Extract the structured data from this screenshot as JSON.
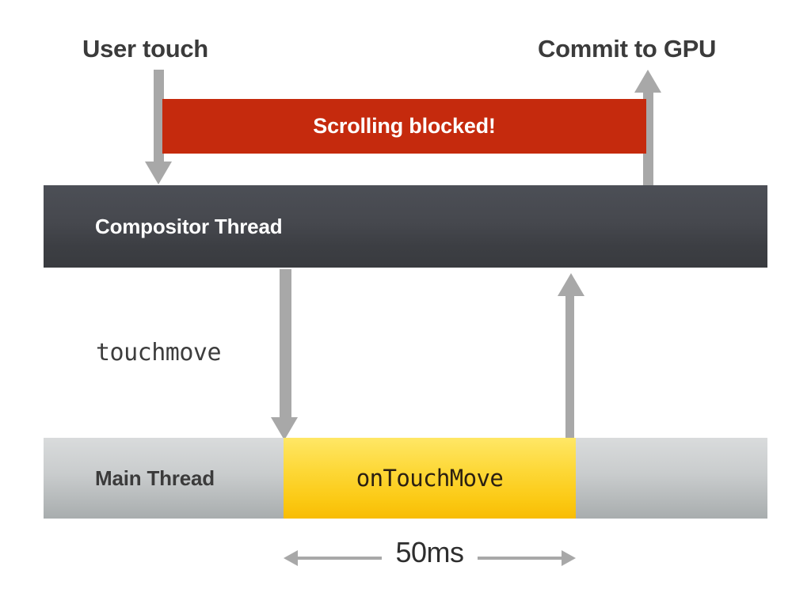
{
  "diagram": {
    "title_labels": {
      "user_touch": "User touch",
      "commit_to_gpu": "Commit to GPU"
    },
    "blocked_bar": {
      "label": "Scrolling blocked!",
      "color": "#c52a0d"
    },
    "threads": [
      {
        "id": "compositor",
        "label": "Compositor Thread",
        "color_top": "#4c4f56",
        "color_bottom": "#393b3f",
        "text_color": "#ffffff"
      },
      {
        "id": "main",
        "label": "Main Thread",
        "color_top": "#d9dbdc",
        "color_bottom": "#a8adae",
        "text_color": "#3b3b3b"
      }
    ],
    "events": {
      "touchmove_label": "touchmove",
      "handler_label": "onTouchMove",
      "handler_color_top": "#ffe766",
      "handler_color_bottom": "#f8bc05"
    },
    "measurement": {
      "duration_label": "50ms"
    },
    "arrow_color": "#a8a8a8"
  }
}
